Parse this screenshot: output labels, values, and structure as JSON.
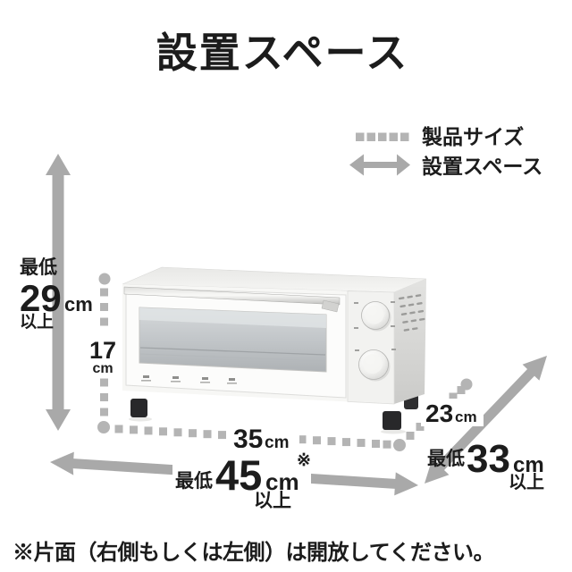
{
  "title": "設置スペース",
  "legend": {
    "product_size": {
      "label": "製品サイズ"
    },
    "install_space": {
      "label": "設置スペース"
    }
  },
  "measurements": {
    "min_height": {
      "prefix": "最低",
      "value": "29",
      "unit": "cm",
      "suffix": "以上"
    },
    "product_height": {
      "value": "17",
      "unit": "cm"
    },
    "product_width": {
      "value": "35",
      "unit": "cm"
    },
    "min_width": {
      "prefix": "最低",
      "value": "45",
      "unit": "cm",
      "ref_mark": "※",
      "suffix": "以上"
    },
    "product_depth": {
      "value": "23",
      "unit": "cm"
    },
    "min_depth": {
      "prefix": "最低",
      "value": "33",
      "unit": "cm",
      "suffix": "以上"
    }
  },
  "footnote": "※片面（右側もしくは左側）は開放してください。",
  "colors": {
    "text": "#1c1c1c",
    "arrow": "#a9a9a9",
    "dots": "#b4b4b4",
    "background": "#ffffff"
  }
}
